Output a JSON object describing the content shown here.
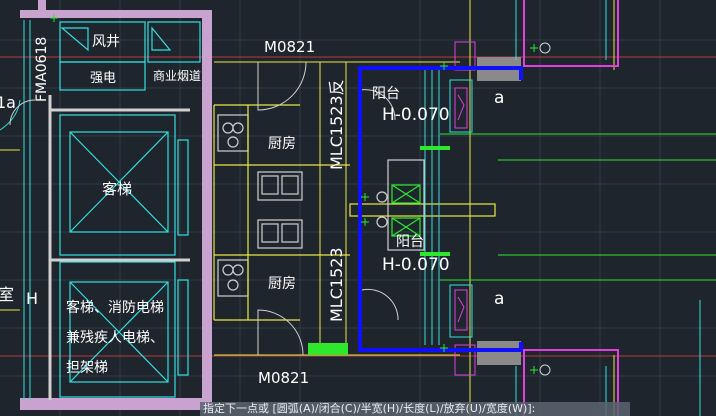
{
  "drawing": {
    "labels": {
      "air_shaft": "风井",
      "power_room": "强电",
      "commercial_smoke": "商业烟道",
      "passenger_elevator": "客梯",
      "fire_elevator_line1": "客梯、消防电梯",
      "fire_elevator_line2": "兼残疾人电梯、",
      "fire_elevator_line3": "担架梯",
      "kitchen_top": "厨房",
      "kitchen_bottom": "厨房",
      "balcony_top": "阳台",
      "balcony_bottom": "阳台",
      "level_top": "H-0.070",
      "level_bottom": "H-0.070",
      "door_top": "M0821",
      "door_bottom": "M0821",
      "window_top": "MLC1523反",
      "window_bottom": "MLC1523",
      "fire_window": "FMA0618",
      "mark_a_top": "a",
      "mark_a_bottom": "a",
      "edge_room": "室",
      "edge_h": "H",
      "edge_a": "1a"
    }
  },
  "command_line": {
    "prompt": "指定下一点或 [圆弧(A)/闭合(C)/半宽(H)/长度(L)/放弃(U)/宽度(W)]:"
  },
  "colors": {
    "background": "#1f252d",
    "wall": "#c9a2cf",
    "selection": "#1010ff",
    "cyan": "#33e0e0",
    "yellow": "#e8e84a",
    "green": "#2ee82e",
    "magenta": "#e040e0",
    "gray_block": "#8a8a8a"
  }
}
